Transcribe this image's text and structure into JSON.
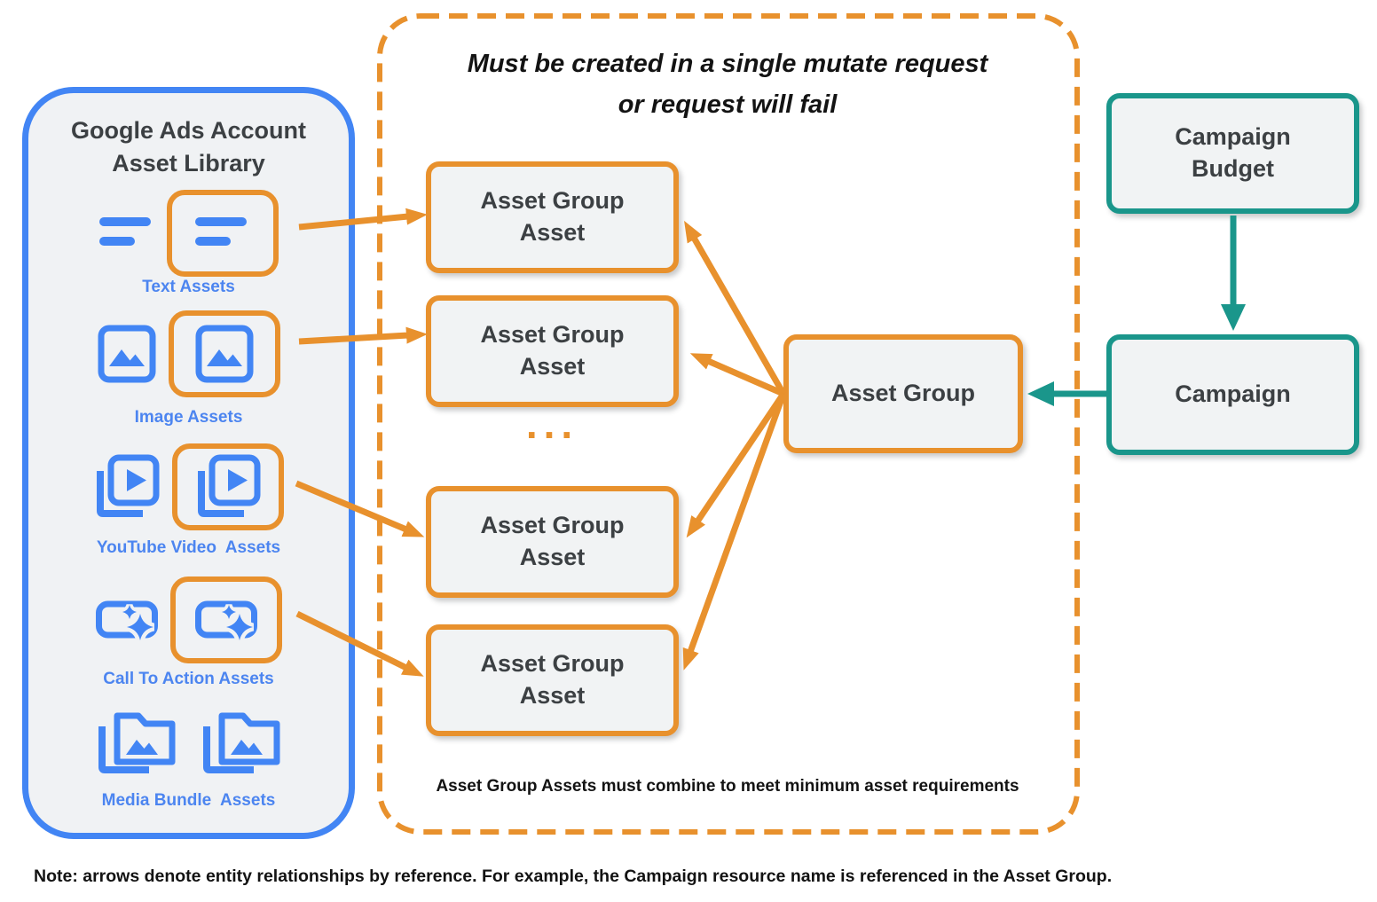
{
  "colors": {
    "blue": "#4285F4",
    "label_blue": "#4C85F0",
    "orange": "#E8912D",
    "teal": "#1A968B",
    "box_fill": "#F1F3F4",
    "text_dark": "#3C4043",
    "text_black": "#131313"
  },
  "library": {
    "title_line1": "Google Ads Account",
    "title_line2": "Asset Library",
    "rows": [
      {
        "label": "Text Assets",
        "icon": "text-asset-icon"
      },
      {
        "label": "Image Assets",
        "icon": "image-asset-icon"
      },
      {
        "label": "YouTube Video  Assets",
        "icon": "youtube-video-asset-icon"
      },
      {
        "label": "Call To Action Assets",
        "icon": "call-to-action-asset-icon"
      },
      {
        "label": "Media Bundle  Assets",
        "icon": "media-bundle-asset-icon"
      }
    ]
  },
  "mutate_panel": {
    "title_line1": "Must be created in a single mutate request",
    "title_line2": "or request will fail",
    "ellipsis": "...",
    "boxes": [
      {
        "line1": "Asset Group",
        "line2": "Asset"
      },
      {
        "line1": "Asset Group",
        "line2": "Asset"
      },
      {
        "line1": "Asset Group",
        "line2": "Asset"
      },
      {
        "line1": "Asset Group",
        "line2": "Asset"
      }
    ],
    "footnote": "Asset Group Assets must combine to meet minimum asset requirements"
  },
  "asset_group": {
    "label": "Asset Group"
  },
  "campaign_budget": {
    "line1": "Campaign",
    "line2": "Budget"
  },
  "campaign": {
    "label": "Campaign"
  },
  "note": "Note: arrows denote entity relationships by reference. For example, the Campaign resource name is referenced in the Asset Group."
}
